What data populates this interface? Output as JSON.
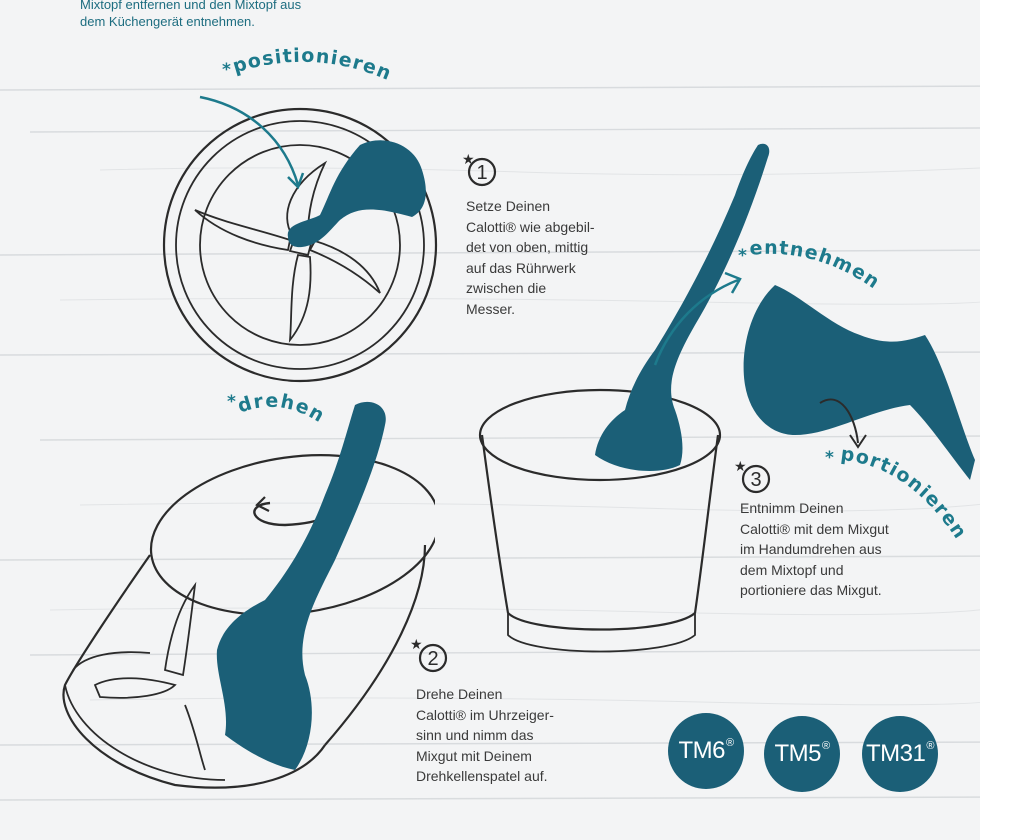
{
  "top_note": {
    "line1": "Mixtopf entfernen und den Mixtopf aus",
    "line2": "dem Küchengerät entnehmen."
  },
  "labels": {
    "positionieren": "positionieren",
    "drehen": "drehen",
    "entnehmen": "entnehmen",
    "portionieren": "portionieren",
    "star": "*"
  },
  "steps": [
    {
      "number": "1",
      "lines": [
        "Setze Deinen",
        "Calotti® wie abgebil-",
        "det von oben, mittig",
        "auf das Rührwerk",
        "zwischen die",
        "Messer."
      ]
    },
    {
      "number": "2",
      "lines": [
        "Drehe Deinen",
        "Calotti® im Uhrzeiger-",
        "sinn und nimm das",
        "Mixgut mit Deinem",
        "Drehkellenspatel auf."
      ]
    },
    {
      "number": "3",
      "lines": [
        "Entnimm Deinen",
        "Calotti® mit dem Mixgut",
        "im Handumdrehen aus",
        "dem Mixtopf und",
        "portioniere das Mixgut."
      ]
    }
  ],
  "badges": [
    {
      "name": "TM6",
      "mark": "®"
    },
    {
      "name": "TM5",
      "mark": "®"
    },
    {
      "name": "TM31",
      "mark": "®"
    }
  ],
  "colors": {
    "teal": "#1b5f77",
    "label_teal": "#1d7a8c",
    "line": "#2b2b2b"
  }
}
